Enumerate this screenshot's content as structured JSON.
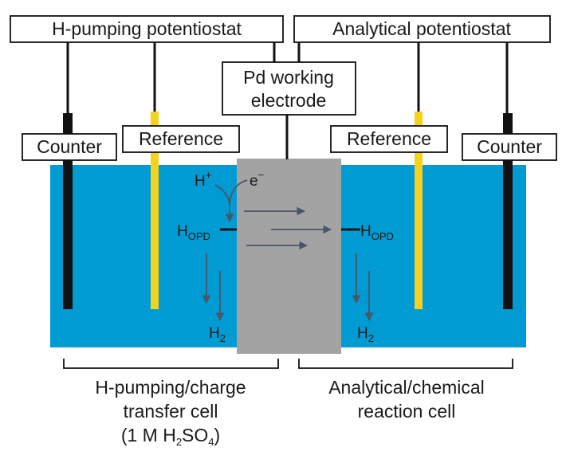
{
  "labels": {
    "h_pumping_potentiostat": "H-pumping potentiostat",
    "analytical_potentiostat": "Analytical potentiostat",
    "pd_working_electrode_line1": "Pd working",
    "pd_working_electrode_line2": "electrode",
    "counter_left": "Counter",
    "reference_left": "Reference",
    "reference_right": "Reference",
    "counter_right": "Counter"
  },
  "chemistry": {
    "proton": "H",
    "proton_charge": "+",
    "electron": "e",
    "electron_charge": "−",
    "hopd_left": "H",
    "hopd_left_sub": "OPD",
    "hopd_right": "H",
    "hopd_right_sub": "OPD",
    "h2_left": "H",
    "h2_left_sub": "2",
    "h2_right": "H",
    "h2_right_sub": "2"
  },
  "captions": {
    "left_line1": "H-pumping/charge",
    "left_line2": "transfer cell",
    "left_line3_prefix": "(1 M H",
    "left_line3_sub1": "2",
    "left_line3_mid": "SO",
    "left_line3_sub2": "4",
    "left_line3_suffix": ")",
    "right_line1": "Analytical/chemical",
    "right_line2": "reaction cell"
  },
  "colors": {
    "electrolyte": "#009bd2",
    "pd_membrane": "#a3a3a3",
    "reference_electrode": "#f5d21e",
    "counter_electrode": "#111111",
    "arrow": "#4a5566"
  }
}
